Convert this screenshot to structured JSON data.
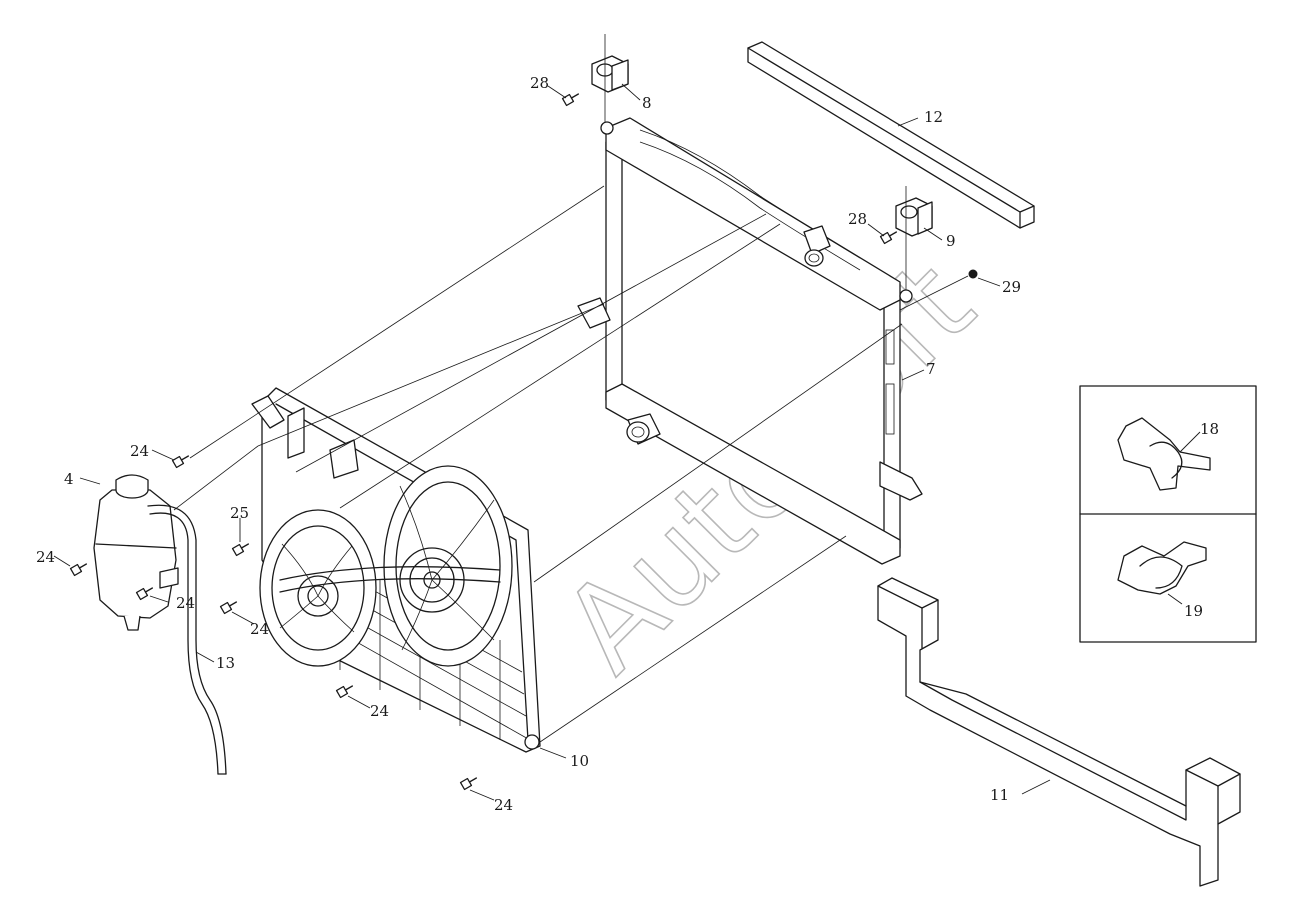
{
  "watermark": "AutoSoft",
  "callouts": [
    {
      "id": "c28a",
      "text": "28"
    },
    {
      "id": "c8",
      "text": "8"
    },
    {
      "id": "c12",
      "text": "12"
    },
    {
      "id": "c28b",
      "text": "28"
    },
    {
      "id": "c9",
      "text": "9"
    },
    {
      "id": "c29",
      "text": "29"
    },
    {
      "id": "c7",
      "text": "7"
    },
    {
      "id": "c24a",
      "text": "24"
    },
    {
      "id": "c4",
      "text": "4"
    },
    {
      "id": "c25",
      "text": "25"
    },
    {
      "id": "c24b",
      "text": "24"
    },
    {
      "id": "c24c",
      "text": "24"
    },
    {
      "id": "c24d",
      "text": "24"
    },
    {
      "id": "c13",
      "text": "13"
    },
    {
      "id": "c24e",
      "text": "24"
    },
    {
      "id": "c10",
      "text": "10"
    },
    {
      "id": "c24f",
      "text": "24"
    },
    {
      "id": "c18",
      "text": "18"
    },
    {
      "id": "c19",
      "text": "19"
    },
    {
      "id": "c11",
      "text": "11"
    }
  ]
}
